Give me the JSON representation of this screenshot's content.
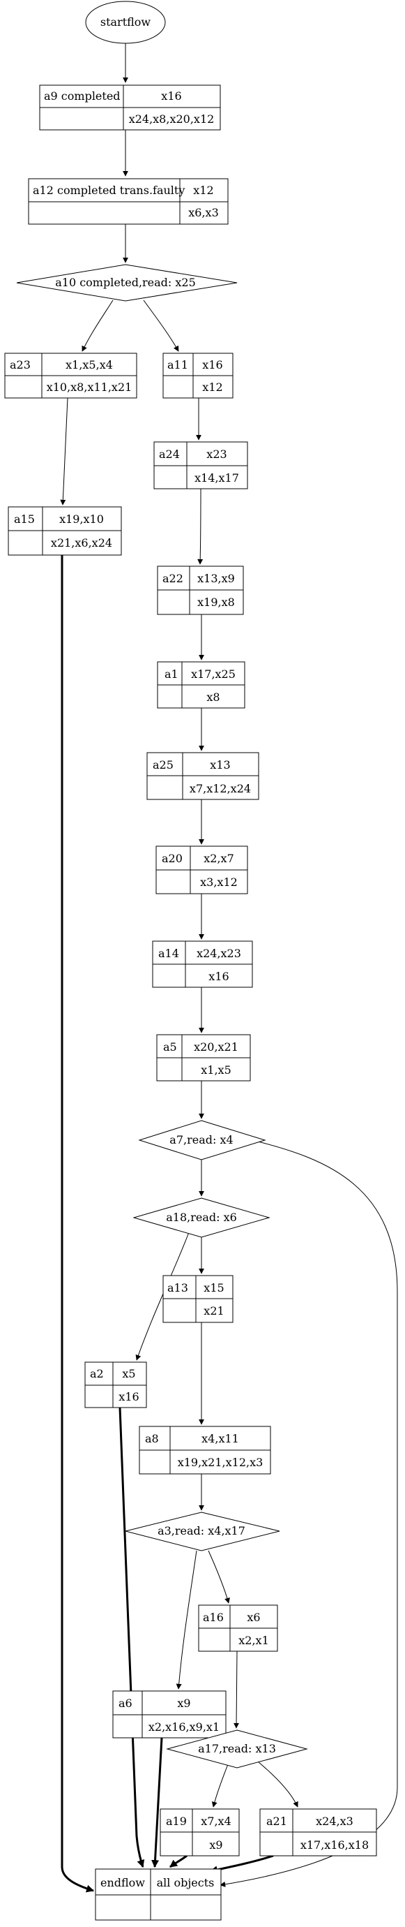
{
  "start_label": "startflow",
  "end_box": {
    "left": "endflow",
    "right": "all objects"
  },
  "tasks": [
    {
      "id": "t_a9",
      "label": "a9 completed",
      "reads": "x16",
      "writes": "x24,x8,x20,x12"
    },
    {
      "id": "t_a12",
      "label": "a12 completed trans.faulty",
      "reads": "x12",
      "writes": "x6,x3"
    },
    {
      "id": "t_a23",
      "label": "a23",
      "reads": "x1,x5,x4",
      "writes": "x10,x8,x11,x21"
    },
    {
      "id": "t_a11",
      "label": "a11",
      "reads": "x16",
      "writes": "x12"
    },
    {
      "id": "t_a15",
      "label": "a15",
      "reads": "x19,x10",
      "writes": "x21,x6,x24"
    },
    {
      "id": "t_a24",
      "label": "a24",
      "reads": "x23",
      "writes": "x14,x17"
    },
    {
      "id": "t_a22",
      "label": "a22",
      "reads": "x13,x9",
      "writes": "x19,x8"
    },
    {
      "id": "t_a1",
      "label": "a1",
      "reads": "x17,x25",
      "writes": "x8"
    },
    {
      "id": "t_a25",
      "label": "a25",
      "reads": "x13",
      "writes": "x7,x12,x24"
    },
    {
      "id": "t_a20",
      "label": "a20",
      "reads": "x2,x7",
      "writes": "x3,x12"
    },
    {
      "id": "t_a14",
      "label": "a14",
      "reads": "x24,x23",
      "writes": "x16"
    },
    {
      "id": "t_a5",
      "label": "a5",
      "reads": "x20,x21",
      "writes": "x1,x5"
    },
    {
      "id": "t_a13",
      "label": "a13",
      "reads": "x15",
      "writes": "x21"
    },
    {
      "id": "t_a2",
      "label": "a2",
      "reads": "x5",
      "writes": "x16"
    },
    {
      "id": "t_a8",
      "label": "a8",
      "reads": "x4,x11",
      "writes": "x19,x21,x12,x3"
    },
    {
      "id": "t_a16",
      "label": "a16",
      "reads": "x6",
      "writes": "x2,x1"
    },
    {
      "id": "t_a6",
      "label": "a6",
      "reads": "x9",
      "writes": "x2,x16,x9,x1"
    },
    {
      "id": "t_a19",
      "label": "a19",
      "reads": "x7,x4",
      "writes": "x9"
    },
    {
      "id": "t_a21",
      "label": "a21",
      "reads": "x24,x3",
      "writes": "x17,x16,x18"
    }
  ],
  "decisions": [
    {
      "id": "d_a10",
      "label": "a10 completed,read: x25"
    },
    {
      "id": "d_a7",
      "label": "a7,read: x4"
    },
    {
      "id": "d_a18",
      "label": "a18,read: x6"
    },
    {
      "id": "d_a3",
      "label": "a3,read: x4,x17"
    },
    {
      "id": "d_a17",
      "label": "a17,read: x13"
    }
  ],
  "edges": [
    {
      "from": "start",
      "to": "t_a9",
      "bold": false
    },
    {
      "from": "t_a9",
      "to": "t_a12",
      "bold": false
    },
    {
      "from": "t_a12",
      "to": "d_a10",
      "bold": false
    },
    {
      "from": "d_a10",
      "to": "t_a23",
      "bold": false
    },
    {
      "from": "d_a10",
      "to": "t_a11",
      "bold": false
    },
    {
      "from": "t_a23",
      "to": "t_a15",
      "bold": false
    },
    {
      "from": "t_a15",
      "to": "end",
      "bold": true
    },
    {
      "from": "t_a11",
      "to": "t_a24",
      "bold": false
    },
    {
      "from": "t_a24",
      "to": "t_a22",
      "bold": false
    },
    {
      "from": "t_a22",
      "to": "t_a1",
      "bold": false
    },
    {
      "from": "t_a1",
      "to": "t_a25",
      "bold": false
    },
    {
      "from": "t_a25",
      "to": "t_a20",
      "bold": false
    },
    {
      "from": "t_a20",
      "to": "t_a14",
      "bold": false
    },
    {
      "from": "t_a14",
      "to": "t_a5",
      "bold": false
    },
    {
      "from": "t_a5",
      "to": "d_a7",
      "bold": false
    },
    {
      "from": "d_a7",
      "to": "d_a18",
      "bold": false
    },
    {
      "from": "d_a7",
      "to": "end",
      "bold": false
    },
    {
      "from": "d_a18",
      "to": "t_a13",
      "bold": false
    },
    {
      "from": "d_a18",
      "to": "t_a2",
      "bold": false
    },
    {
      "from": "t_a2",
      "to": "end",
      "bold": true
    },
    {
      "from": "t_a13",
      "to": "t_a8",
      "bold": false
    },
    {
      "from": "t_a8",
      "to": "d_a3",
      "bold": false
    },
    {
      "from": "d_a3",
      "to": "t_a6",
      "bold": false
    },
    {
      "from": "d_a3",
      "to": "t_a16",
      "bold": false
    },
    {
      "from": "t_a6",
      "to": "end",
      "bold": true
    },
    {
      "from": "t_a16",
      "to": "d_a17",
      "bold": false
    },
    {
      "from": "d_a17",
      "to": "t_a19",
      "bold": false
    },
    {
      "from": "d_a17",
      "to": "t_a21",
      "bold": false
    },
    {
      "from": "t_a19",
      "to": "end",
      "bold": true
    },
    {
      "from": "t_a21",
      "to": "end",
      "bold": true
    }
  ]
}
